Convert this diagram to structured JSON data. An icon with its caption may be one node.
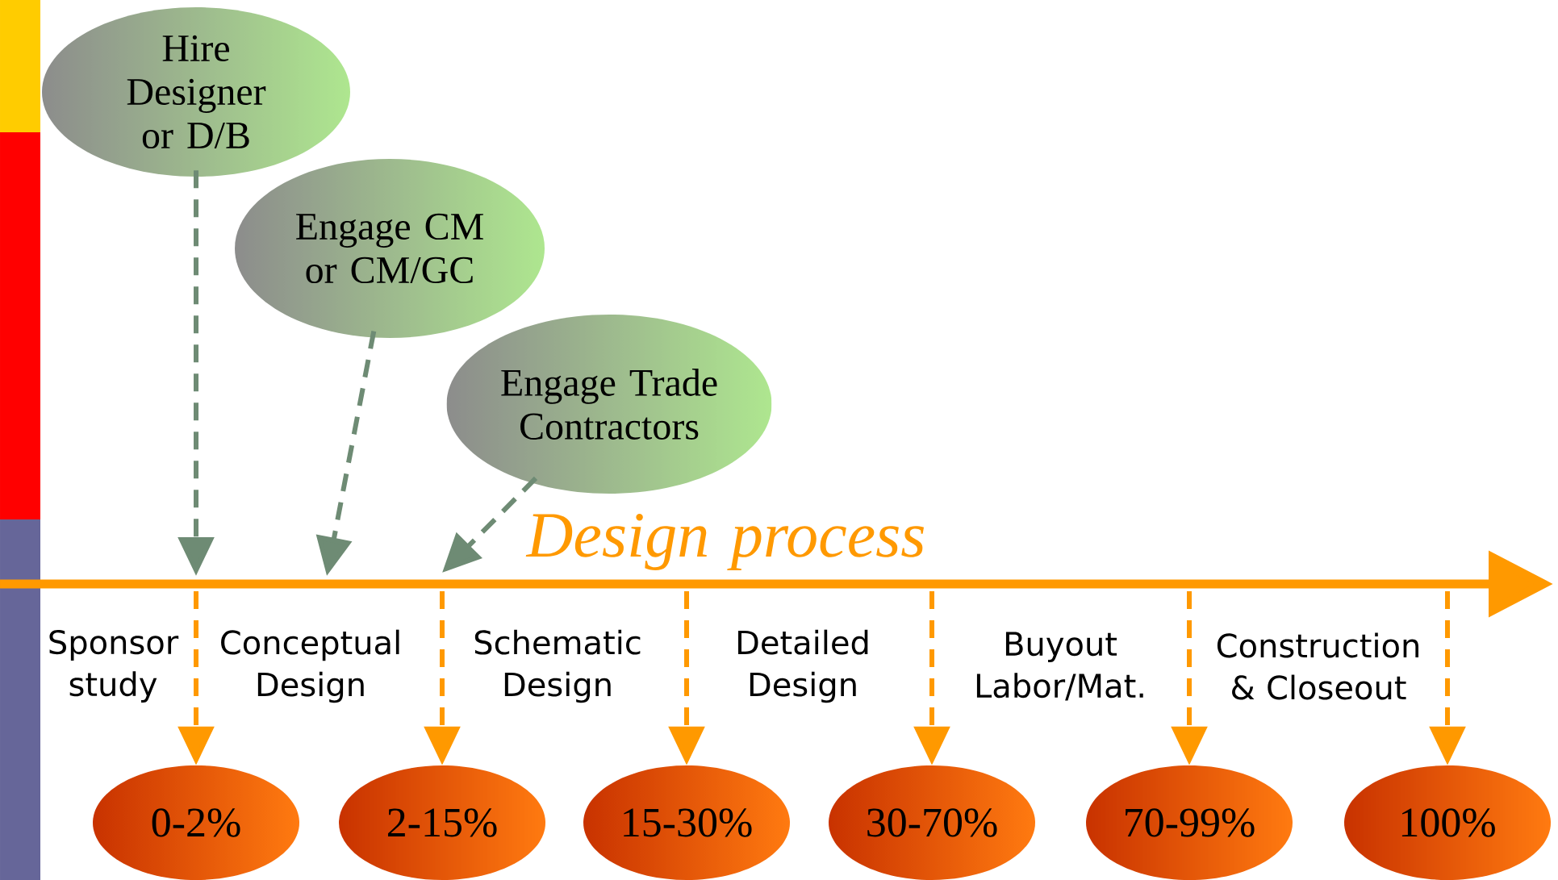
{
  "diagram": {
    "nodes": [
      {
        "text": [
          "Hire Designer or D/B"
        ]
      },
      {
        "text": [
          "Engage CM or CM/GC"
        ]
      },
      {
        "text": [
          "Engage Trade Contractors"
        ]
      },
      {
        "text": [
          "0-2%"
        ]
      },
      {
        "text": [
          "2-15%"
        ]
      },
      {
        "text": [
          "15-30%"
        ]
      },
      {
        "text": [
          "30-70%"
        ]
      },
      {
        "text": [
          "70-99%"
        ]
      },
      {
        "text": [
          "100%"
        ]
      }
    ],
    "edges": [
      {
        "from": 0,
        "to": null,
        "arrow": "to",
        "style": "dashed",
        "color": "#6e8b74"
      },
      {
        "from": 1,
        "to": null,
        "arrow": "to",
        "style": "dashed",
        "color": "#6e8b74"
      },
      {
        "from": 2,
        "to": null,
        "arrow": "to",
        "style": "dashed",
        "color": "#6e8b74"
      },
      {
        "from": null,
        "to": 3,
        "arrow": "to",
        "style": "dashed",
        "color": "#ff9900"
      },
      {
        "from": null,
        "to": 4,
        "arrow": "to",
        "style": "dashed",
        "color": "#ff9900"
      },
      {
        "from": null,
        "to": 5,
        "arrow": "to",
        "style": "dashed",
        "color": "#ff9900"
      },
      {
        "from": null,
        "to": 6,
        "arrow": "to",
        "style": "dashed",
        "color": "#ff9900"
      },
      {
        "from": null,
        "to": 7,
        "arrow": "to",
        "style": "dashed",
        "color": "#ff9900"
      },
      {
        "from": null,
        "to": 8,
        "arrow": "to",
        "style": "dashed",
        "color": "#ff9900"
      }
    ],
    "labels": [
      "Design process",
      "Sponsor study",
      "Conceptual Design",
      "Schematic Design",
      "Detailed Design",
      "Buyout Labor/Mat.",
      "Construction & Closeout"
    ]
  }
}
